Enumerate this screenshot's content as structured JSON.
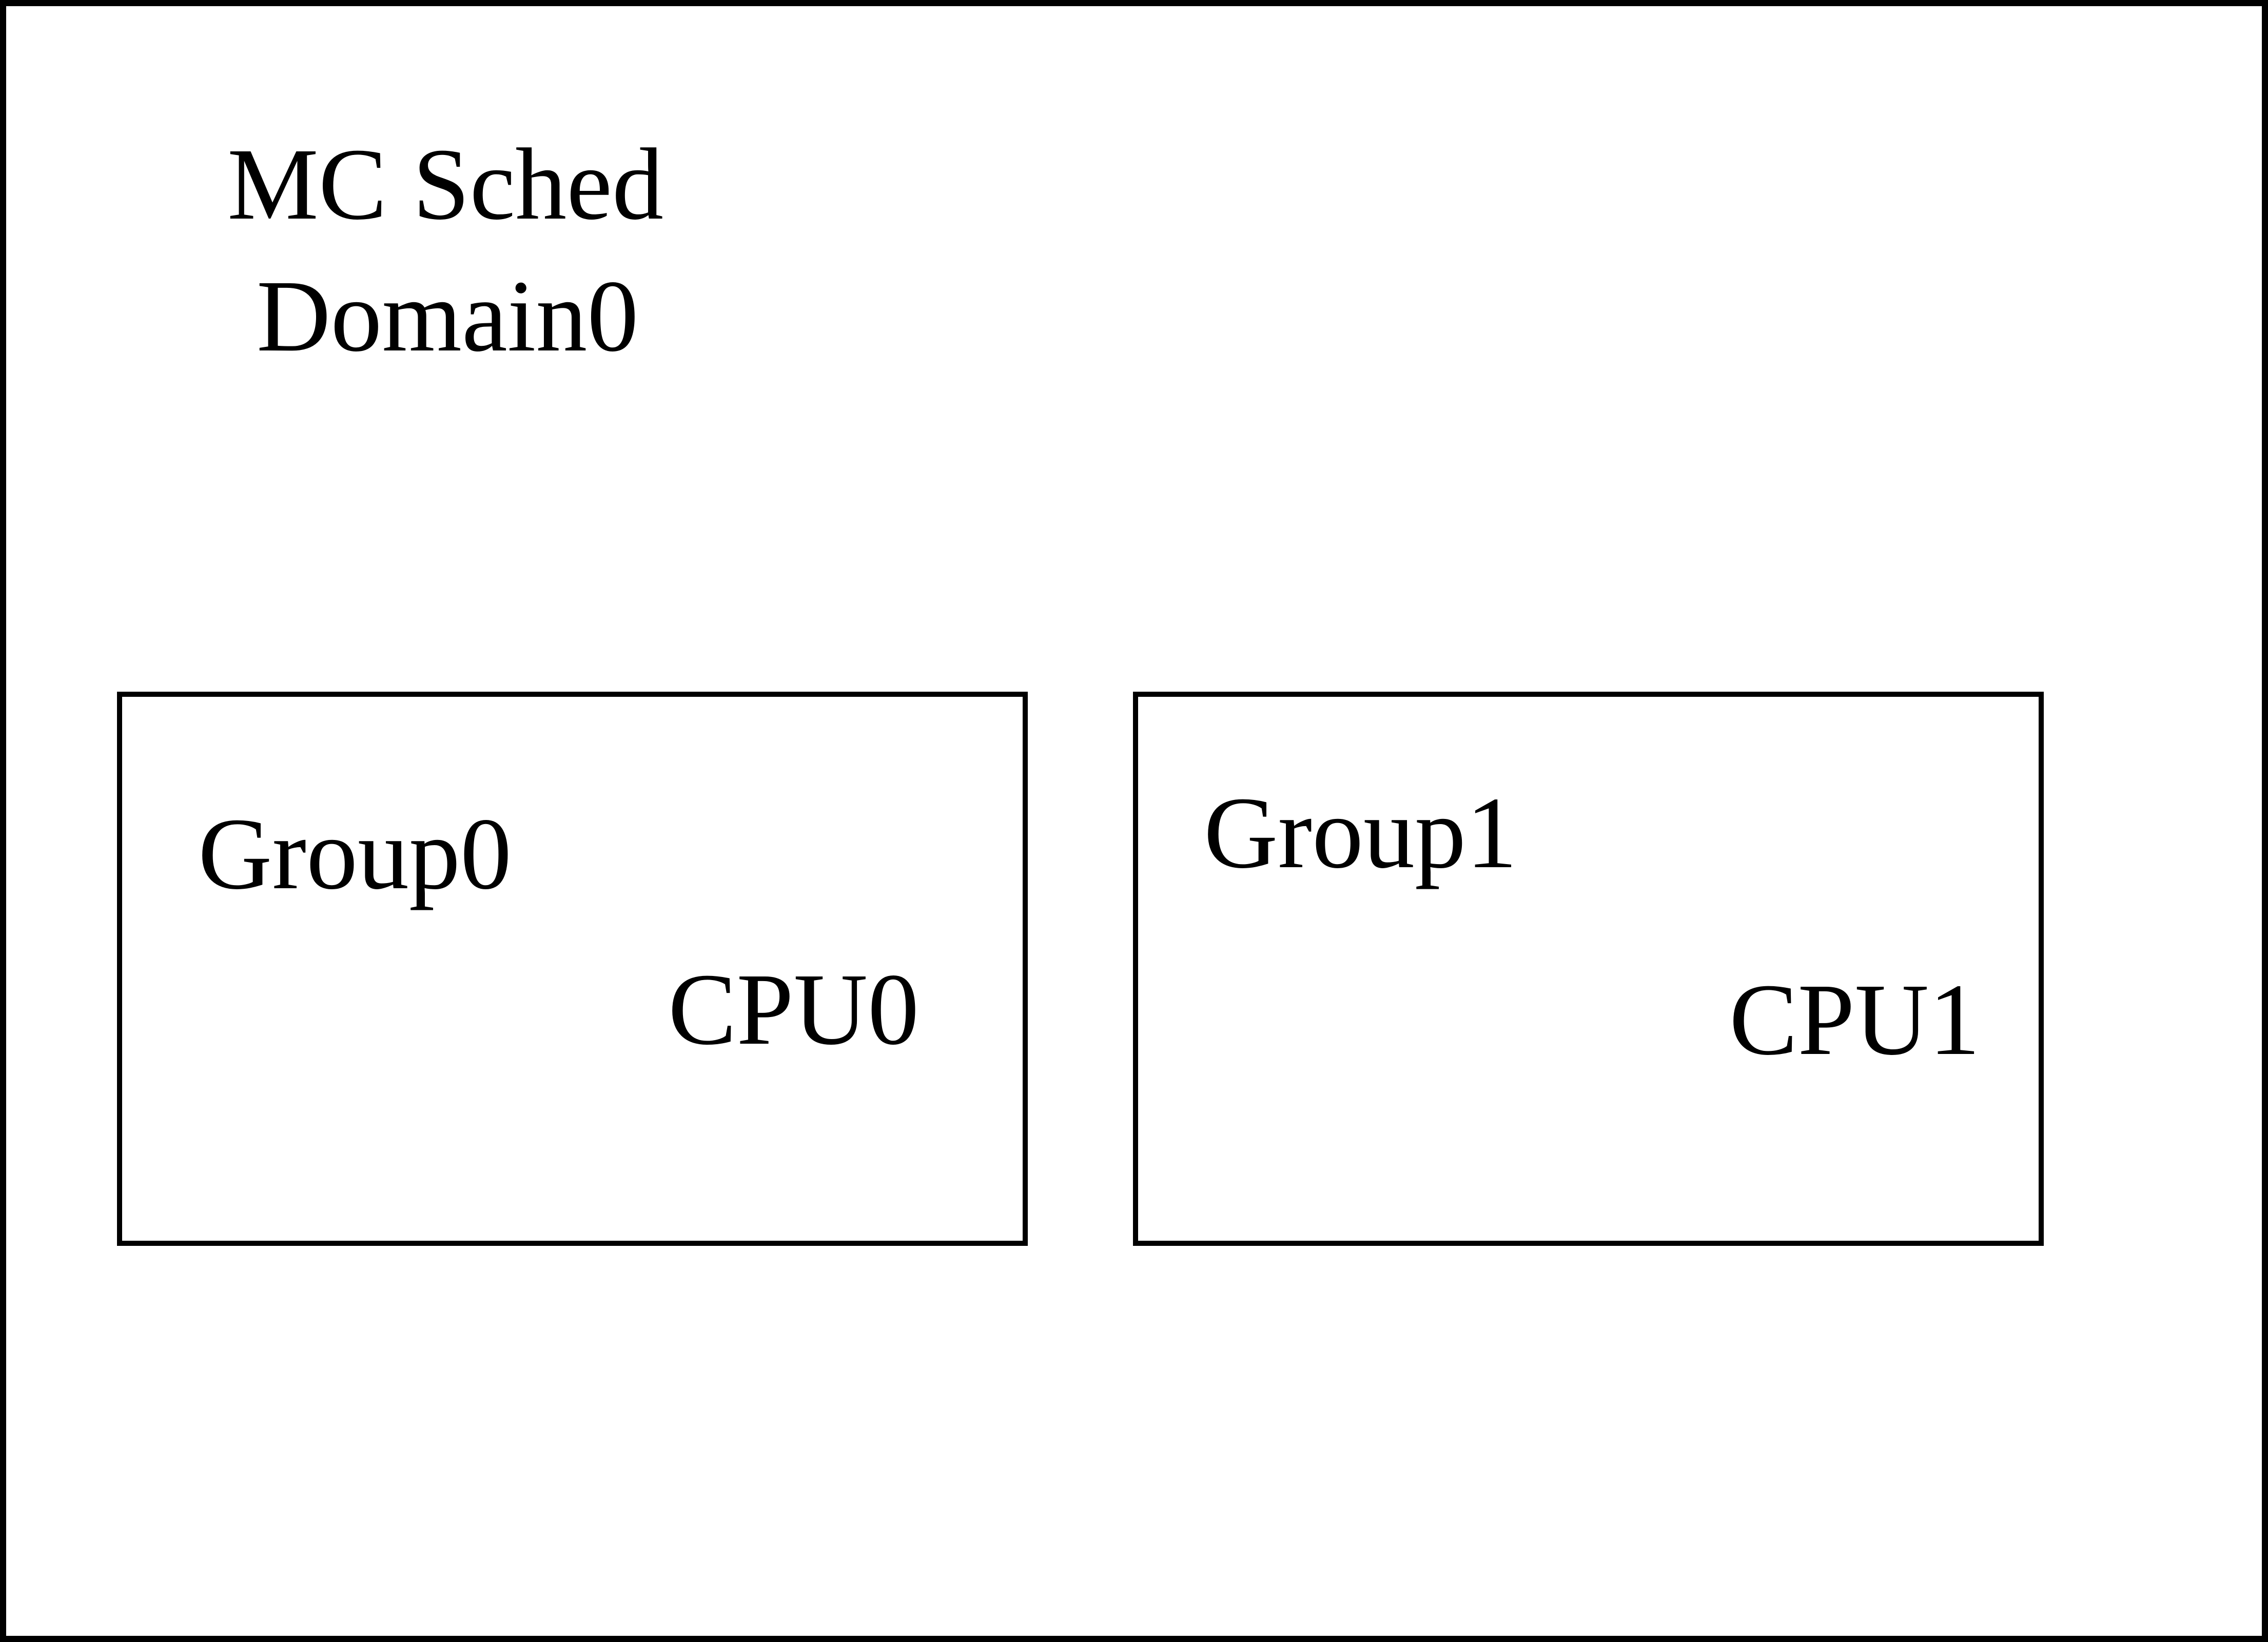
{
  "diagram": {
    "title_line1": "MC Sched",
    "title_line2": "Domain0",
    "groups": [
      {
        "label": "Group0",
        "cpu": "CPU0"
      },
      {
        "label": "Group1",
        "cpu": "CPU1"
      }
    ]
  },
  "colors": {
    "background": "#ffffff",
    "border": "#000000",
    "text": "#000000"
  }
}
